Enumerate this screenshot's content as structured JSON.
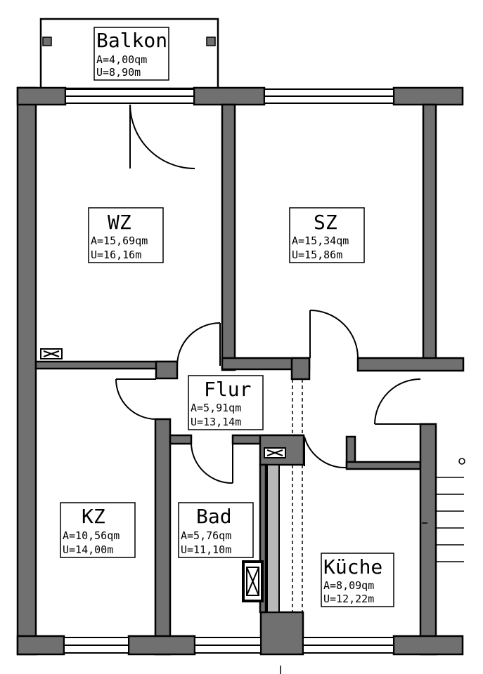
{
  "rooms": {
    "balkon": {
      "name": "Balkon",
      "area": "A=4,00qm",
      "perimeter": "U=8,90m"
    },
    "wz": {
      "name": "WZ",
      "area": "A=15,69qm",
      "perimeter": "U=16,16m"
    },
    "sz": {
      "name": "SZ",
      "area": "A=15,34qm",
      "perimeter": "U=15,86m"
    },
    "flur": {
      "name": "Flur",
      "area": "A=5,91qm",
      "perimeter": "U=13,14m"
    },
    "kz": {
      "name": "KZ",
      "area": "A=10,56qm",
      "perimeter": "U=14,00m"
    },
    "bad": {
      "name": "Bad",
      "area": "A=5,76qm",
      "perimeter": "U=11,10m"
    },
    "kueche": {
      "name": "Küche",
      "area": "A=8,09qm",
      "perimeter": "U=12,22m"
    }
  },
  "colors": {
    "wall": "#707070",
    "outline": "#000000",
    "shaft": "#b8b8b8",
    "background": "#ffffff"
  }
}
